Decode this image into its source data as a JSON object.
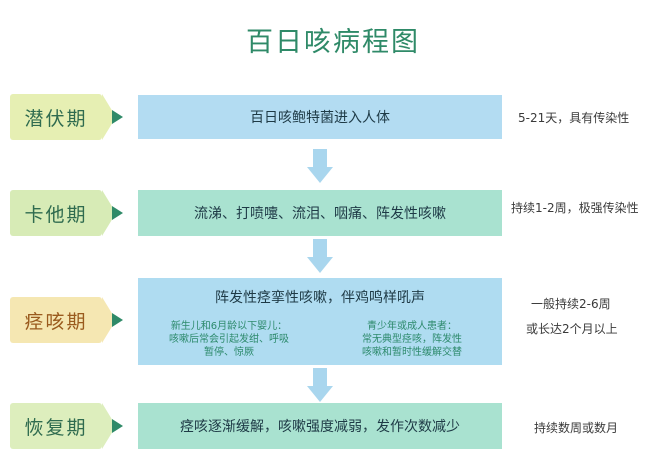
{
  "title": "百日咳病程图",
  "stages": [
    {
      "label": "潜伏期",
      "description": "百日咳鲍特菌进入人体",
      "note": "5-21天，具有传染性"
    },
    {
      "label": "卡他期",
      "description": "流涕、打喷嚏、流泪、咽痛、阵发性咳嗽",
      "note": "持续1-2周，极强传染性"
    },
    {
      "label": "痉咳期",
      "description": "阵发性痉挛性咳嗽，伴鸡鸣样吼声",
      "left_sub": {
        "heading": "新生儿和6月龄以下婴儿：",
        "line1": "咳嗽后常会引起发绀、呼吸",
        "line2": "暂停、惊厥"
      },
      "right_sub": {
        "heading": "青少年或成人患者：",
        "line1": "常无典型痉咳，阵发性",
        "line2": "咳嗽和暂时性缓解交替"
      },
      "note_line1": "一般持续2-6周",
      "note_line2": "或长达2个月以上"
    },
    {
      "label": "恢复期",
      "description": "痉咳逐渐缓解，咳嗽强度减弱，发作次数减少",
      "note": "持续数周或数月"
    }
  ],
  "colors": {
    "title": "#2f8a68",
    "arrow": "#a9d6ee",
    "pointer": "#2f8a68"
  }
}
